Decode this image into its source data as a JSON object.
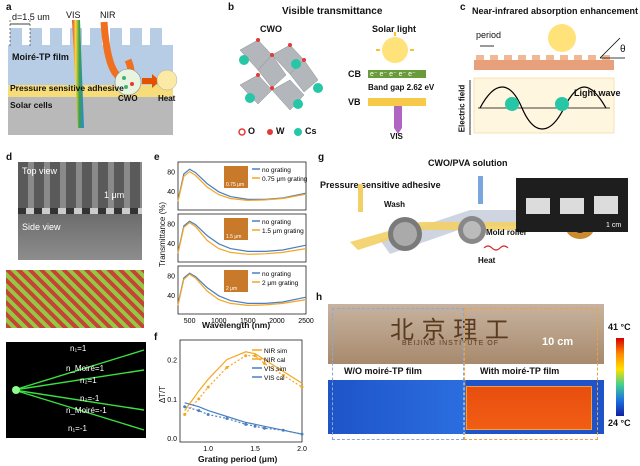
{
  "panels": {
    "a": {
      "label": "a",
      "dim": "d=1.5 um",
      "vis": "VIS",
      "nir": "NIR",
      "film": "Moiré-TP film",
      "cwo": "CWO",
      "heat": "Heat",
      "psa": "Pressure sensitive adhesive",
      "cells": "Solar cells"
    },
    "b": {
      "label": "b",
      "title": "Visible transmittance",
      "cwo": "CWO",
      "solar": "Solar light",
      "cb": "CB",
      "vb": "VB",
      "electrons": "e⁻ e⁻ e⁻ e⁻ e⁻",
      "bandgap": "Band gap 2.62 eV",
      "vis": "VIS",
      "legend": [
        "O",
        "W",
        "Cs"
      ]
    },
    "c": {
      "label": "c",
      "title": "Near-infrared absorption enhancement",
      "period": "period",
      "theta": "θ",
      "efield": "Electric field",
      "lightwave": "Light wave"
    },
    "d": {
      "label": "d",
      "top": "Top view",
      "side": "Side view",
      "scale": "1 μm",
      "diffraction": [
        "n₁=1",
        "n_Moiré=1",
        "n₂=1",
        "n₂=-1",
        "n_Moiré=-1",
        "n₁=-1"
      ]
    },
    "e": {
      "label": "e",
      "ylabel": "Transmittance (%)",
      "xlabel": "Wavelength (nm)",
      "xticks": [
        "500",
        "1000",
        "1500",
        "2000",
        "2500"
      ],
      "subplots": [
        {
          "yticks": [
            "80",
            "40"
          ],
          "legend": [
            "no grating",
            "0.75 μm grating"
          ],
          "scale": "0.75 μm"
        },
        {
          "yticks": [
            "80",
            "40"
          ],
          "legend": [
            "no grating",
            "1.5 μm grating"
          ],
          "scale": "1.5 μm"
        },
        {
          "yticks": [
            "80",
            "40"
          ],
          "legend": [
            "no grating",
            "2 μm grating"
          ],
          "scale": "2 μm"
        }
      ]
    },
    "f": {
      "label": "f",
      "ylabel": "ΔT/T",
      "xlabel": "Grating period (μm)",
      "xticks": [
        "1.0",
        "1.5",
        "2.0"
      ],
      "yticks": [
        "0.2",
        "0.1",
        "0.0"
      ],
      "legend": [
        "NIR sim",
        "NIR cal",
        "VIS sim",
        "VIS cal"
      ]
    },
    "g": {
      "label": "g",
      "title": "CWO/PVA solution",
      "psa": "Pressure sensitive adhesive",
      "wash": "Wash",
      "roller": "Mold roller",
      "heat": "Heat",
      "scale": "1 cm"
    },
    "h": {
      "label": "h",
      "chars": "北 京 理 工",
      "subtitle": "BEIJING INSTITUTE OF",
      "scale": "10 cm",
      "left": "W/O moiré-TP film",
      "right": "With moiré-TP film",
      "tmax": "41 °C",
      "tmin": "24 °C"
    }
  },
  "colors": {
    "nir": "#f07020",
    "vis": "#3070c0",
    "film": "#b7cde6",
    "adhesive": "#f7dc7a",
    "cells": "#b9b9b9",
    "orange_line": "#f5a623",
    "blue_line": "#4a7fc1"
  },
  "chart_data": [
    {
      "type": "line",
      "panel": "e",
      "xlabel": "Wavelength (nm)",
      "ylabel": "Transmittance (%)",
      "xlim": [
        300,
        2500
      ],
      "ylim": [
        0,
        100
      ],
      "subplots": [
        {
          "x": [
            300,
            400,
            500,
            600,
            800,
            1000,
            1200,
            1500,
            1800,
            2100,
            2500
          ],
          "series": [
            {
              "name": "no grating",
              "values": [
                20,
                75,
                85,
                78,
                55,
                38,
                28,
                22,
                22,
                25,
                35
              ]
            },
            {
              "name": "0.75 μm grating",
              "values": [
                18,
                70,
                80,
                72,
                48,
                32,
                24,
                20,
                21,
                24,
                33
              ]
            }
          ]
        },
        {
          "x": [
            300,
            400,
            500,
            600,
            800,
            1000,
            1200,
            1500,
            1800,
            2100,
            2500
          ],
          "series": [
            {
              "name": "no grating",
              "values": [
                20,
                75,
                85,
                78,
                55,
                38,
                28,
                22,
                22,
                25,
                35
              ]
            },
            {
              "name": "1.5 μm grating",
              "values": [
                18,
                72,
                82,
                74,
                45,
                28,
                20,
                16,
                17,
                20,
                28
              ]
            }
          ]
        },
        {
          "x": [
            300,
            400,
            500,
            600,
            800,
            1000,
            1200,
            1500,
            1800,
            2100,
            2500
          ],
          "series": [
            {
              "name": "no grating",
              "values": [
                20,
                75,
                85,
                78,
                55,
                38,
                28,
                22,
                22,
                25,
                35
              ]
            },
            {
              "name": "2 μm grating",
              "values": [
                18,
                72,
                83,
                75,
                48,
                30,
                22,
                18,
                19,
                22,
                30
              ]
            }
          ]
        }
      ]
    },
    {
      "type": "line",
      "panel": "f",
      "xlabel": "Grating period (μm)",
      "ylabel": "ΔT/T",
      "xlim": [
        0.7,
        2.0
      ],
      "ylim": [
        -0.01,
        0.25
      ],
      "series": [
        {
          "name": "NIR sim",
          "x": [
            0.75,
            0.9,
            1.0,
            1.2,
            1.4,
            1.5,
            1.6,
            1.8,
            2.0
          ],
          "values": [
            0.07,
            0.12,
            0.15,
            0.2,
            0.22,
            0.215,
            0.2,
            0.17,
            0.14
          ]
        },
        {
          "name": "NIR cal",
          "x": [
            0.75,
            0.9,
            1.0,
            1.2,
            1.4,
            1.5,
            1.6,
            1.8,
            2.0
          ],
          "values": [
            0.06,
            0.1,
            0.13,
            0.18,
            0.21,
            0.21,
            0.19,
            0.16,
            0.13
          ]
        },
        {
          "name": "VIS sim",
          "x": [
            0.75,
            0.9,
            1.0,
            1.2,
            1.4,
            1.5,
            1.6,
            1.8,
            2.0
          ],
          "values": [
            0.09,
            0.08,
            0.07,
            0.055,
            0.04,
            0.035,
            0.03,
            0.02,
            0.01
          ]
        },
        {
          "name": "VIS cal",
          "x": [
            0.75,
            0.9,
            1.0,
            1.2,
            1.4,
            1.5,
            1.6,
            1.8,
            2.0
          ],
          "values": [
            0.08,
            0.07,
            0.06,
            0.05,
            0.035,
            0.03,
            0.025,
            0.02,
            0.01
          ]
        }
      ]
    }
  ]
}
